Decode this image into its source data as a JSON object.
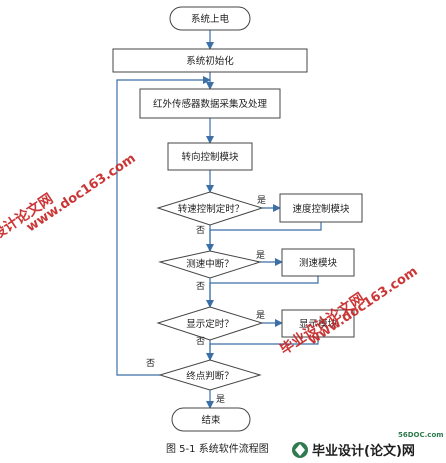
{
  "nodes": {
    "start": "系统上电",
    "init": "系统初始化",
    "ir": "红外传感器数据采集及处理",
    "steer": "转向控制模块",
    "d1": "转速控制定时？",
    "speed_ctrl": "速度控制模块",
    "d2": "测速中断？",
    "speed_meas": "测速模块",
    "d3": "显示定时？",
    "display": "显示模块",
    "d4": "终点判断？",
    "end": "结束"
  },
  "labels": {
    "yes": "是",
    "no": "否"
  },
  "caption": "图 5-1    系统软件流程图",
  "watermarks": {
    "site": "www.doc163.com",
    "cn1": "设计论文网",
    "cn2": "毕业设计论文网",
    "logo_cn": "毕业设计(论文)网",
    "logo_domain": "56DOC.com"
  },
  "colors": {
    "line": "#3b6fa6",
    "box_stroke": "#444444",
    "watermark": "#c62020",
    "logo_green": "#2f7a4f"
  }
}
